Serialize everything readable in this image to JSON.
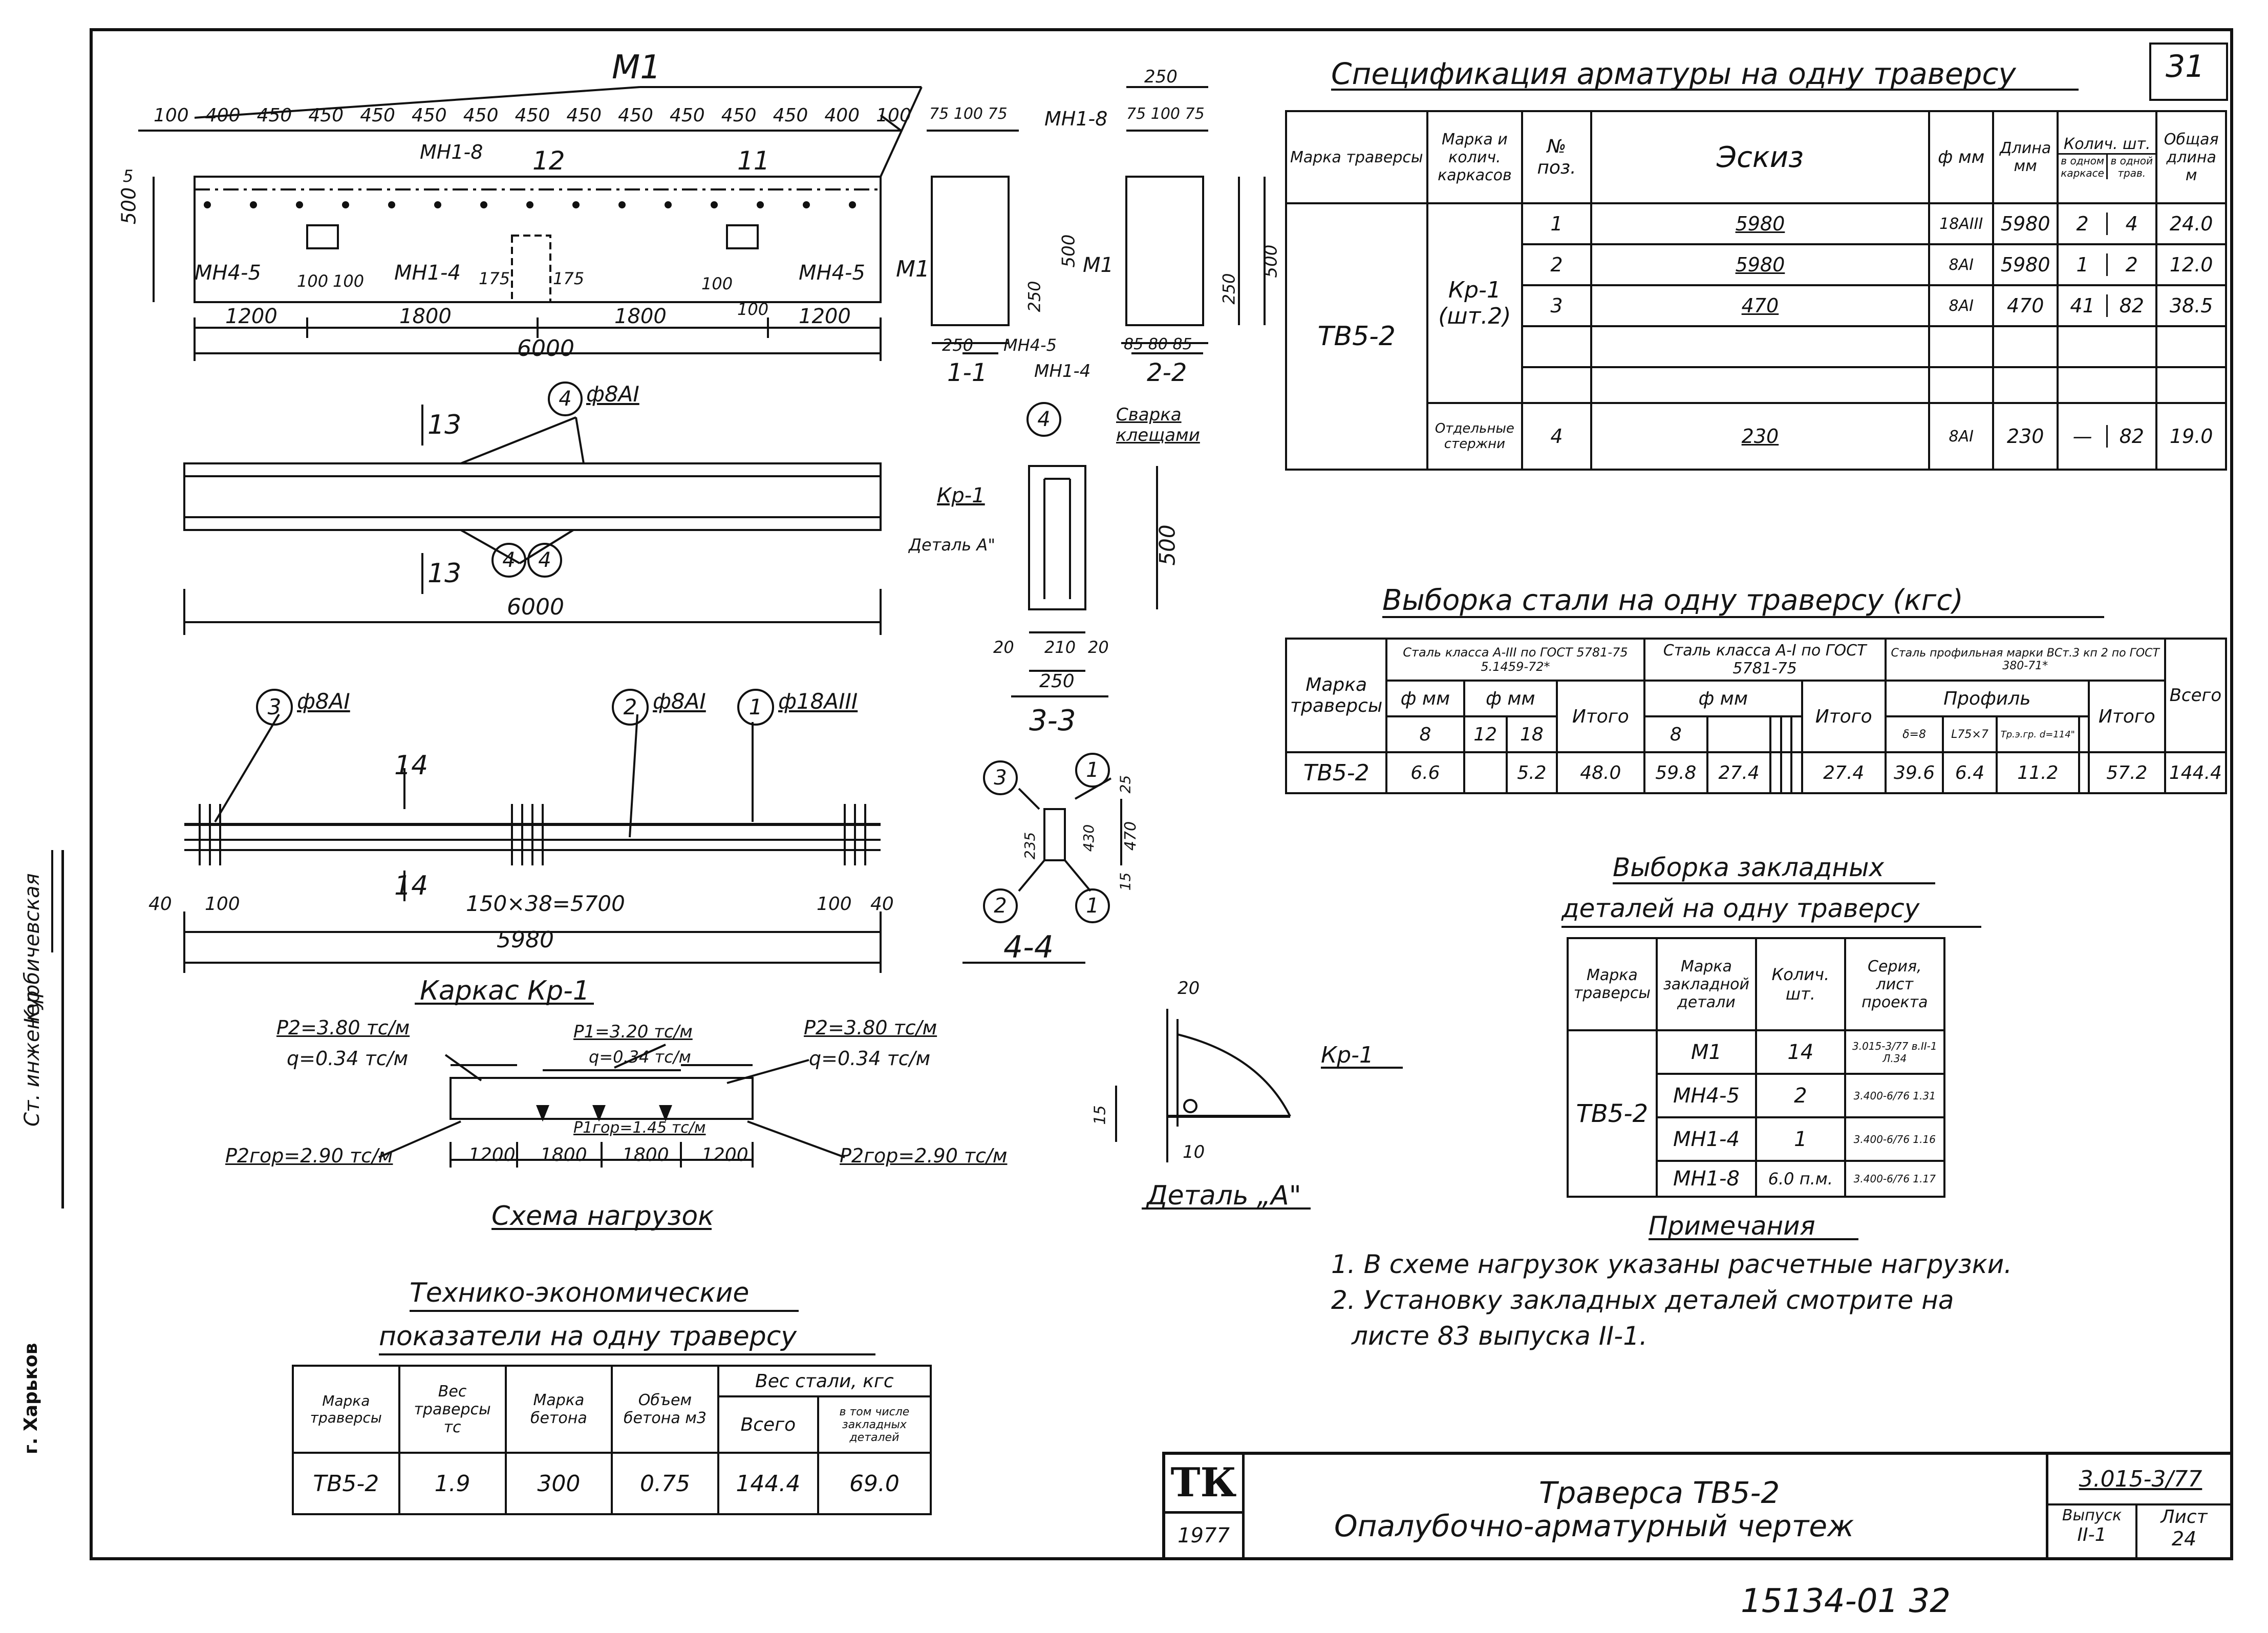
{
  "elevation": {
    "title": "М1",
    "dims_top": [
      "100",
      "400",
      "450",
      "450",
      "450",
      "450",
      "450",
      "450",
      "450",
      "450",
      "450",
      "450",
      "450",
      "400",
      "100"
    ],
    "label_mi8": "МН1-8",
    "num_12": "12",
    "num_11": "11",
    "height_500": "500",
    "five": "5",
    "mi45_left": "МН4-5",
    "mi45_right": "МН4-5",
    "mi14": "МН1-4",
    "m1": "М1",
    "d100a": "100",
    "d100b": "100",
    "d175a": "175",
    "d175b": "175",
    "d100c": "100",
    "d100d": "100",
    "dims_bottom": [
      "1200",
      "1800",
      "1800",
      "1200"
    ],
    "total": "6000"
  },
  "sections": {
    "top_dims_a": [
      "75",
      "100",
      "75"
    ],
    "top_250": "250",
    "top_dims_b": [
      "75",
      "100",
      "75"
    ],
    "mi8": "МН1-8",
    "d500a": "500",
    "d250a": "250",
    "m1a": "М1",
    "m1b": "М1",
    "d500b": "500",
    "d250b": "250",
    "d250c": "250",
    "mi45": "МН4-5",
    "mi14": "МН1-4",
    "bottom_b": [
      "85",
      "80",
      "85"
    ],
    "sec11": "1-1",
    "sec22": "2-2"
  },
  "plan13": {
    "label": "ф8АI",
    "pos": "4",
    "pos2": "4",
    "pos3": "4",
    "cut_top": "13",
    "cut_bottom": "13",
    "total": "6000"
  },
  "sec33": {
    "pos": "4",
    "svarka": "Сварка клещами",
    "kr": "Кр-1",
    "detal": "Деталь А\"",
    "h": "500",
    "dims": [
      "20",
      "210",
      "20"
    ],
    "w": "250",
    "title": "3-3"
  },
  "plan14": {
    "p3": "3",
    "l3": "ф8АI",
    "p2": "2",
    "l2": "ф8АI",
    "p1": "1",
    "l1": "ф18АIII",
    "cut_top": "14",
    "cut_bottom": "14",
    "dims": [
      "40",
      "100",
      "150×38=5700",
      "100",
      "40"
    ],
    "total": "5980"
  },
  "sec44": {
    "p3": "3",
    "p1a": "1",
    "p2": "2",
    "p1b": "1",
    "d25": "25",
    "d235": "235",
    "d430": "430",
    "d470": "470",
    "d15": "15",
    "title": "4-4"
  },
  "karkas": {
    "title": "Каркас Кр-1"
  },
  "loads": {
    "p2_left": "Р2=3.80 тс/м",
    "q_left": "q=0.34 тс/м",
    "p1": "Р1=3.20 тс/м",
    "q_mid": "q=0.34 тс/м",
    "p2_right": "Р2=3.80 тс/м",
    "q_right": "q=0.34 тс/м",
    "p2gor_left": "Р2гор=2.90 тс/м",
    "p1gor": "Р1гор=1.45 тс/м",
    "p2gor_right": "Р2гор=2.90 тс/м",
    "dims": [
      "1200",
      "1800",
      "1800",
      "1200"
    ],
    "title": "Схема нагрузок"
  },
  "detailA": {
    "d20": "20",
    "d15": "15",
    "d10": "10",
    "kr": "Кр-1",
    "title": "Деталь „А\""
  },
  "spec": {
    "title": "Спецификация арматуры на одну траверсу",
    "page": "31",
    "headers": [
      "Марка траверсы",
      "Марка и колич. каркасов",
      "№ поз.",
      "Эскиз",
      "ф мм",
      "Длина мм",
      "Колич. шт.",
      "Общая длина м"
    ],
    "sub_headers": [
      "в одном каркасе",
      "в одной трав."
    ],
    "marka": "ТВ5-2",
    "karkas": "Кр-1 (шт.2)",
    "otdel": "Отдельные стержни",
    "rows": [
      {
        "pos": "1",
        "sketch": "5980",
        "d": "18АIII",
        "len": "5980",
        "n1": "2",
        "n2": "4",
        "total": "24.0"
      },
      {
        "pos": "2",
        "sketch": "5980",
        "d": "8АI",
        "len": "5980",
        "n1": "1",
        "n2": "2",
        "total": "12.0"
      },
      {
        "pos": "3",
        "sketch": "470",
        "d": "8АI",
        "len": "470",
        "n1": "41",
        "n2": "82",
        "total": "38.5"
      },
      {
        "pos": "4",
        "sketch": "230",
        "d": "8АI",
        "len": "230",
        "n1": "—",
        "n2": "82",
        "total": "19.0"
      }
    ]
  },
  "steel": {
    "title": "Выборка стали на одну траверсу (кгс)",
    "h_marka": "Марка траверсы",
    "h_a3": "Сталь класса А-III по ГОСТ 5781-75 5.1459-72*",
    "h_a1": "Сталь класса А-I по ГОСТ 5781-75",
    "h_prof": "Сталь профильная марки ВСт.3 кп 2 по ГОСТ 380-71*",
    "h_dmm": "ф мм",
    "h_dmm2": "ф мм",
    "h_dmm3": "ф мм",
    "h_itogo": "Итого",
    "h_itogo2": "Итого",
    "h_itogo3": "Итого",
    "h_vsego": "Всего",
    "h_profil": "Профиль",
    "d8": "8",
    "d12": "12",
    "d18": "18",
    "d8b": "8",
    "p1": "δ=8",
    "p2": "L75×7",
    "p3": "Тр.э.гр. d=114\"",
    "row": [
      "ТВ5-2",
      "6.6",
      "",
      "5.2",
      "48.0",
      "59.8",
      "27.4",
      "",
      "",
      "",
      "27.4",
      "39.6",
      "6.4",
      "11.2",
      "",
      "57.2",
      "144.4"
    ]
  },
  "embedded": {
    "title1": "Выборка закладных",
    "title2": "деталей на одну траверсу",
    "headers": [
      "Марка траверсы",
      "Марка закладной детали",
      "Колич. шт.",
      "Серия, лист проекта"
    ],
    "marka": "ТВ5-2",
    "rows": [
      {
        "m": "М1",
        "n": "14",
        "s": "3.015-3/77 в.II-1 Л.34"
      },
      {
        "m": "МН4-5",
        "n": "2",
        "s": "3.400-6/76 1.31"
      },
      {
        "m": "МН1-4",
        "n": "1",
        "s": "3.400-6/76 1.16"
      },
      {
        "m": "МН1-8",
        "n": "6.0 п.м.",
        "s": "3.400-6/76 1.17"
      }
    ]
  },
  "notes": {
    "title": "Примечания",
    "items": [
      "1. В схеме нагрузок указаны расчетные нагрузки.",
      "2. Установку закладных деталей смотрите на",
      "листе 83 выпуска II-1."
    ]
  },
  "tech": {
    "title1": "Технико-экономические",
    "title2": "показатели на одну траверсу",
    "headers": [
      "Марка траверсы",
      "Вес траверсы тс",
      "Марка бетона",
      "Объем бетона м3",
      "Вес стали, кгс"
    ],
    "sub": [
      "Всего",
      "в том числе закладных деталей"
    ],
    "row": [
      "ТВ5-2",
      "1.9",
      "300",
      "0.75",
      "144.4",
      "69.0"
    ]
  },
  "titleblock": {
    "logo": "ТК",
    "year": "1977",
    "line1": "Траверса ТВ5-2",
    "line2": "Опалубочно-арматурный чертеж",
    "series": "3.015-3/77",
    "vyp_label": "Выпуск",
    "vyp": "II-1",
    "list_label": "Лист",
    "list": "24"
  },
  "sidebar": {
    "role": "Ст. инженер",
    "name": "Курбичевская",
    "city": "г. Харьков"
  },
  "bottom_code": "15134-01  32"
}
